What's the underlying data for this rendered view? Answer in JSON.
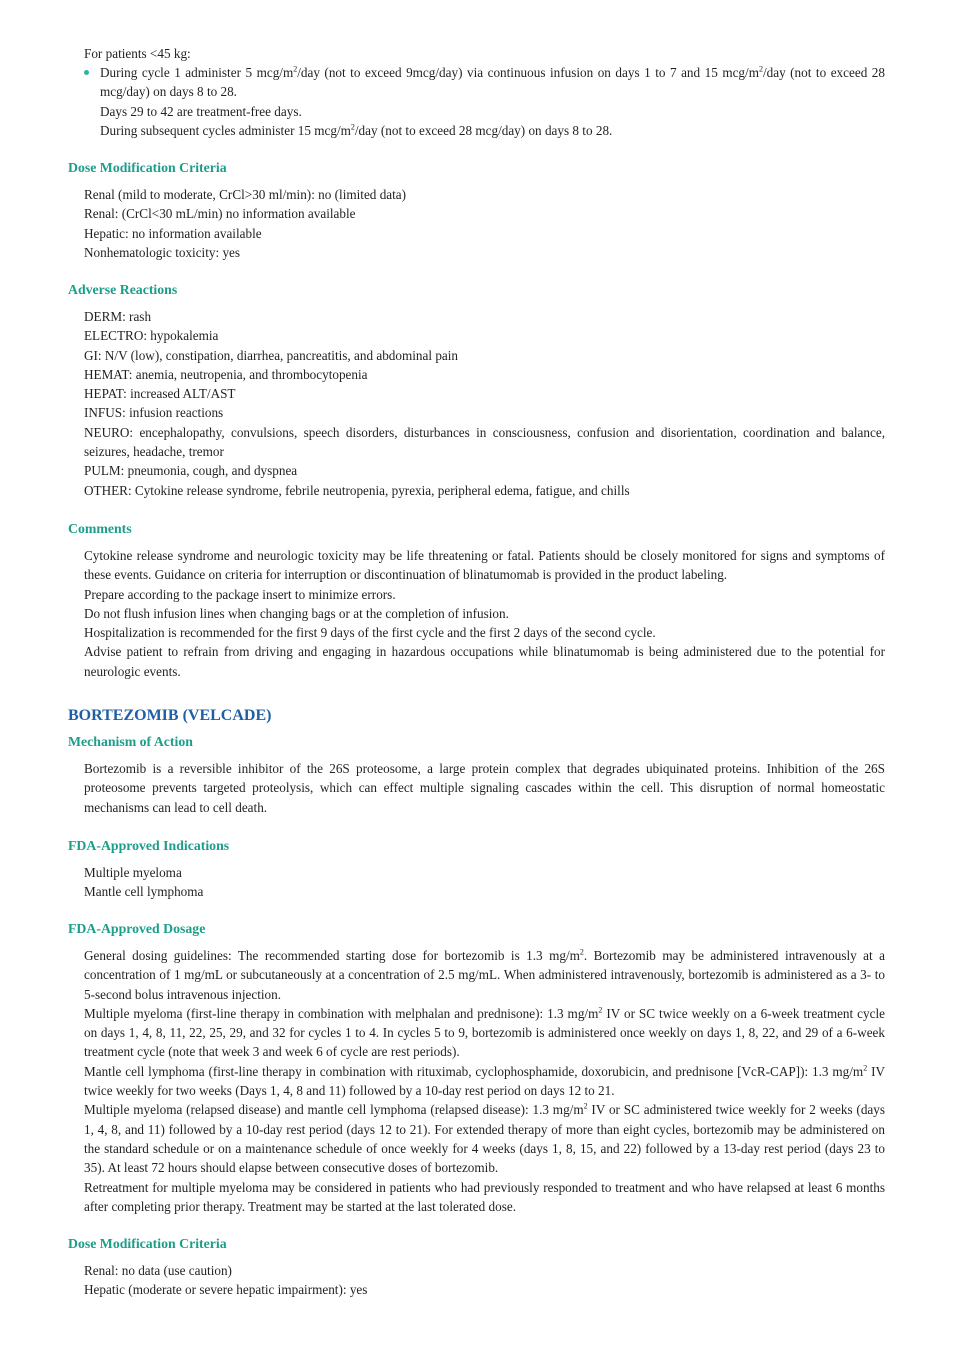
{
  "top_section": {
    "intro": "For patients <45 kg:",
    "bullet_a": "During cycle 1 administer 5 mcg/m",
    "bullet_b": "/day (not to exceed 9mcg/day) via continuous infusion on days 1 to 7 and 15 mcg/m",
    "bullet_c": "/day (not to exceed 28 mcg/day) on days 8 to 28.",
    "sup2": "2",
    "line_free": "Days 29 to 42 are treatment-free days.",
    "line_sub_a": "During subsequent cycles administer 15 mcg/m",
    "line_sub_b": "/day (not to exceed 28 mcg/day) on days 8 to 28."
  },
  "dose_mod_1": {
    "heading": "Dose Modification Criteria",
    "lines": [
      "Renal (mild to moderate, CrCl>30 ml/min): no (limited data)",
      "Renal: (CrCl<30 mL/min) no information available",
      "Hepatic: no information available",
      "Nonhematologic toxicity: yes"
    ]
  },
  "adverse": {
    "heading": "Adverse Reactions",
    "lines": [
      "DERM: rash",
      "ELECTRO: hypokalemia",
      "GI: N/V (low), constipation, diarrhea, pancreatitis, and abdominal pain",
      "HEMAT: anemia, neutropenia, and thrombocytopenia",
      "HEPAT: increased ALT/AST",
      "INFUS: infusion reactions",
      "NEURO: encephalopathy, convulsions, speech disorders, disturbances in consciousness, confusion and disorientation, coordination and balance, seizures, headache, tremor",
      "PULM: pneumonia, cough, and dyspnea",
      "OTHER: Cytokine release syndrome, febrile neutropenia, pyrexia, peripheral edema, fatigue, and chills"
    ]
  },
  "comments": {
    "heading": "Comments",
    "lines": [
      "Cytokine release syndrome and neurologic toxicity may be life threatening or fatal. Patients should be closely monitored for signs and symptoms of these events. Guidance on criteria for interruption or discontinuation of blinatumomab is provided in the product labeling.",
      "Prepare according to the package insert to minimize errors.",
      "Do not flush infusion lines when changing bags or at the completion of infusion.",
      "Hospitalization is recommended for the first 9 days of the first cycle and the first 2 days of the second cycle.",
      "Advise patient to refrain from driving and engaging in hazardous occupations while blinatumomab is being administered due to the potential for neurologic events."
    ]
  },
  "drug": {
    "title": "BORTEZOMIB (VELCADE)"
  },
  "mechanism": {
    "heading": "Mechanism of Action",
    "text": "Bortezomib is a reversible inhibitor of the 26S proteosome, a large protein complex that degrades ubiquinated proteins. Inhibition of the 26S proteosome prevents targeted proteolysis, which can effect multiple signaling cascades within the cell. This disruption of normal homeostatic mechanisms can lead to cell death."
  },
  "indications": {
    "heading": "FDA-Approved Indications",
    "lines": [
      "Multiple myeloma",
      "Mantle cell lymphoma"
    ]
  },
  "dosage": {
    "heading": "FDA-Approved Dosage",
    "p1a": "General dosing guidelines: The recommended starting dose for bortezomib is 1.3 mg/m",
    "p1b": ". Bortezomib may be administered intravenously at a concentration of 1 mg/mL or subcutaneously at a concentration of 2.5 mg/mL. When administered intravenously, bortezomib is administered as a 3- to 5-second bolus intravenous injection.",
    "p2a": "Multiple myeloma (first-line therapy in combination with melphalan and prednisone): 1.3 mg/m",
    "p2b": " IV or SC twice weekly on a 6-week treatment cycle on days 1, 4, 8, 11, 22, 25, 29, and 32 for cycles 1 to 4. In cycles 5 to 9, bortezomib is administered once weekly on days 1, 8, 22, and 29 of a 6-week treatment cycle (note that week 3 and week 6 of cycle are rest periods).",
    "p3a": "Mantle cell lymphoma (first-line therapy in combination with rituximab, cyclophosphamide, doxorubicin, and prednisone [VcR-CAP]): 1.3 mg/m",
    "p3b": " IV twice weekly for two weeks (Days 1, 4, 8 and 11) followed by a 10-day rest period on days 12 to 21.",
    "p4a": "Multiple myeloma (relapsed disease) and mantle cell lymphoma (relapsed disease): 1.3 mg/m",
    "p4b": " IV or SC administered twice weekly for 2 weeks (days 1, 4, 8, and 11) followed by a 10-day rest period (days 12 to 21). For extended therapy of more than eight cycles, bortezomib may be administered on the standard schedule or on a maintenance schedule of once weekly for 4 weeks (days 1, 8, 15, and 22) followed by a 13-day rest period (days 23 to 35). At least 72 hours should elapse between consecutive doses of bortezomib.",
    "p5": "Retreatment for multiple myeloma may be considered in patients who had previously responded to treatment and who have relapsed at least 6 months after completing prior therapy. Treatment may be started at the last tolerated dose.",
    "sup2": "2"
  },
  "dose_mod_2": {
    "heading": "Dose Modification Criteria",
    "lines": [
      "Renal: no data (use caution)",
      "Hepatic (moderate or severe hepatic impairment): yes"
    ]
  },
  "colors": {
    "section_heading": "#1b9e8a",
    "drug_heading": "#1f5fa8",
    "bullet": "#2bb3a3",
    "text": "#231f20"
  }
}
